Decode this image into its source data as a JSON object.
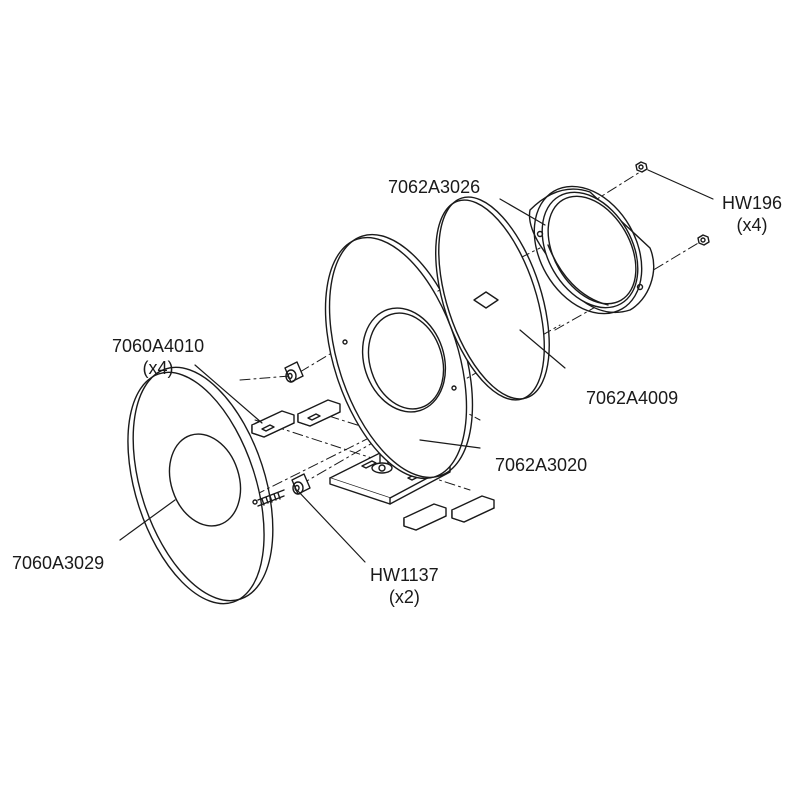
{
  "parts": {
    "cover_plate": {
      "number": "7060A3029"
    },
    "clips": {
      "number": "7060A4010",
      "qty": "(x4)"
    },
    "spacers": {
      "number": "HW1137",
      "qty": "(x2)"
    },
    "bracket": {
      "number": "7062A3020"
    },
    "ring_plate": {
      "number": "7062A4009"
    },
    "frame": {
      "number": "7062A3026"
    },
    "nuts": {
      "number": "HW196",
      "qty": "(x4)"
    }
  },
  "colors": {
    "line": "#1a1a1a",
    "fill": "#ffffff",
    "shade": "#bdbdbd"
  }
}
